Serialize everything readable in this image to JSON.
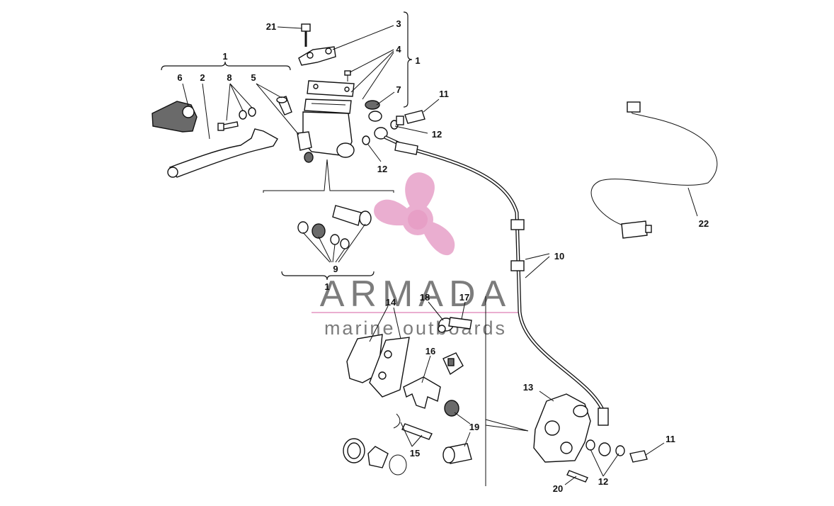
{
  "labels": {
    "l1a": "1",
    "l1b": "1",
    "l1c": "1",
    "l2": "2",
    "l3": "3",
    "l4": "4",
    "l5": "5",
    "l6": "6",
    "l7": "7",
    "l8": "8",
    "l9": "9",
    "l10": "10",
    "l11a": "11",
    "l11b": "11",
    "l12a": "12",
    "l12b": "12",
    "l12c": "12",
    "l13": "13",
    "l14": "14",
    "l15": "15",
    "l16": "16",
    "l17": "17",
    "l18": "18",
    "l19": "19",
    "l20": "20",
    "l21": "21",
    "l22": "22"
  },
  "watermark": {
    "brand": "ARMADA",
    "tagline": "marine outboards",
    "colors": {
      "pink": "#e8a6cb",
      "gray": "#6e6e6e"
    }
  },
  "colors": {
    "line": "#111111",
    "rubber": "#6a6a6a"
  }
}
